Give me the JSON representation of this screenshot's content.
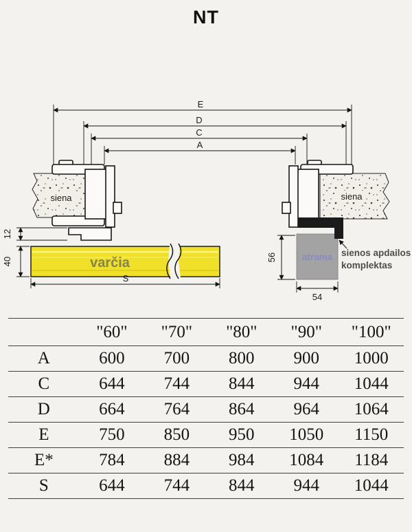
{
  "title": "NT",
  "diagram": {
    "dim_labels": {
      "E": "E",
      "D": "D",
      "C": "C",
      "A": "A",
      "S": "S",
      "h12": "12",
      "h40": "40",
      "h56": "56",
      "w54": "54"
    },
    "labels": {
      "wall_left": "siena",
      "wall_right": "siena",
      "door_leaf": "varčia",
      "support": "atrama",
      "wall_kit_line1": "sienos apdailos",
      "wall_kit_line2": "komplektas"
    },
    "colors": {
      "door_leaf_fill": "#f0e02a",
      "door_leaf_text": "#84844e",
      "support_fill": "#a3a3a3",
      "support_text": "#8a8ac8",
      "wall_kit_text": "#4d4d4d"
    }
  },
  "table": {
    "columns": [
      "\"60\"",
      "\"70\"",
      "\"80\"",
      "\"90\"",
      "\"100\""
    ],
    "rows": [
      {
        "label": "A",
        "values": [
          600,
          700,
          800,
          900,
          1000
        ]
      },
      {
        "label": "C",
        "values": [
          644,
          744,
          844,
          944,
          1044
        ]
      },
      {
        "label": "D",
        "values": [
          664,
          764,
          864,
          964,
          1064
        ]
      },
      {
        "label": "E",
        "values": [
          750,
          850,
          950,
          1050,
          1150
        ]
      },
      {
        "label": "E*",
        "values": [
          784,
          884,
          984,
          1084,
          1184
        ]
      },
      {
        "label": "S",
        "values": [
          644,
          744,
          844,
          944,
          1044
        ]
      }
    ]
  }
}
